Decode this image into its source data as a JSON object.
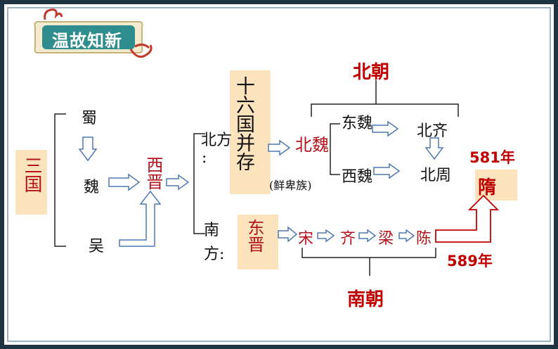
{
  "header": {
    "title": "温故知新",
    "accent": "#2f8e8d",
    "ribbon": "#c0392b"
  },
  "nodes": {
    "sanguo": "三国",
    "shu": "蜀",
    "wei": "魏",
    "wu": "吴",
    "xijin": "西晋",
    "beifang_top": "北方",
    "beifang_colon": ":",
    "shiliuguo": "十六国并存",
    "beiwei": "北魏",
    "xianbei": "(鲜卑族)",
    "dongwei": "东魏",
    "xiwei": "西魏",
    "beiqi": "北齐",
    "beizhou": "北周",
    "nanfang_top": "南",
    "nanfang_bottom": "方:",
    "dongjin": "东晋",
    "song": "宋",
    "qi": "齐",
    "liang": "梁",
    "chen": "陈",
    "sui": "隋",
    "year_581": "581年",
    "year_589": "589年",
    "beichao": "北朝",
    "nanchao": "南朝"
  },
  "colors": {
    "dynasty_red": "#b3141b",
    "label_red": "#c00000",
    "shade": "#fbe3bd",
    "arrow_blue": "#4f78b4"
  }
}
